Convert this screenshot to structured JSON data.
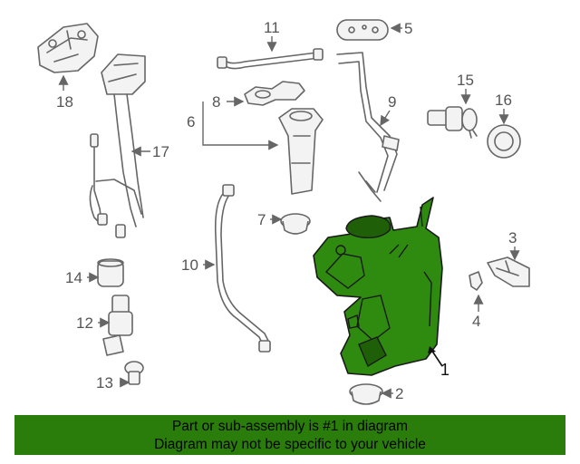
{
  "callouts": [
    "1",
    "2",
    "3",
    "4",
    "5",
    "6",
    "7",
    "8",
    "9",
    "10",
    "11",
    "12",
    "13",
    "14",
    "15",
    "16",
    "17",
    "18"
  ],
  "colors": {
    "highlight": "#2f8a10",
    "banner": "#2a7d0b",
    "line": "#666666"
  },
  "banner": {
    "line1": "Part or sub-assembly is #1 in diagram",
    "line2": "Diagram may not be specific to your vehicle"
  }
}
